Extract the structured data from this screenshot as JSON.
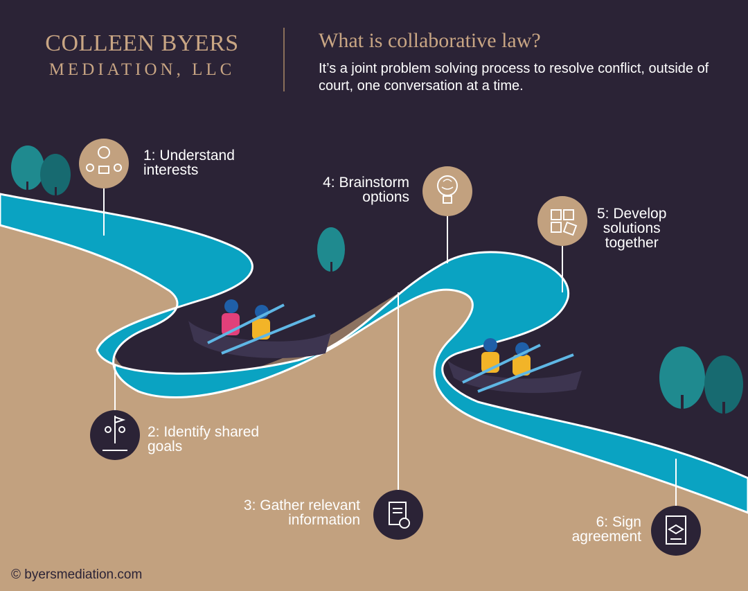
{
  "brand": {
    "line1": "COLLEEN BYERS",
    "line2": "MEDIATION, LLC"
  },
  "header": {
    "title": "What is collaborative law?",
    "subtitle": "It’s a joint problem solving process to resolve conflict, outside of court, one conversation at a time."
  },
  "steps": [
    {
      "line1": "1: Understand",
      "line2": "interests",
      "icon": "people-lightbulb-icon"
    },
    {
      "line1": "2: Identify shared",
      "line2": "goals",
      "icon": "people-flag-icon"
    },
    {
      "line1": "3: Gather relevant",
      "line2": "information",
      "icon": "document-info-icon"
    },
    {
      "line1": "4: Brainstorm",
      "line2": "options",
      "icon": "brain-lightbulb-icon"
    },
    {
      "line1": "5: Develop",
      "line2": "solutions",
      "line3": "together",
      "icon": "puzzle-icon"
    },
    {
      "line1": "6: Sign",
      "line2": "agreement",
      "icon": "handshake-agreement-icon"
    }
  ],
  "footer": {
    "copyright": "© byersmediation.com"
  },
  "colors": {
    "background": "#2b2336",
    "ground": "#c2a17f",
    "ground_edge": "#8c7260",
    "river": "#0aa3c2",
    "river_edge": "#ffffff",
    "accent": "#c9a684",
    "tree": "#1f8a8f",
    "tree_dark": "#176a70",
    "icon_light_bg": "#c2a17f",
    "icon_dark_bg": "#2b2336"
  }
}
